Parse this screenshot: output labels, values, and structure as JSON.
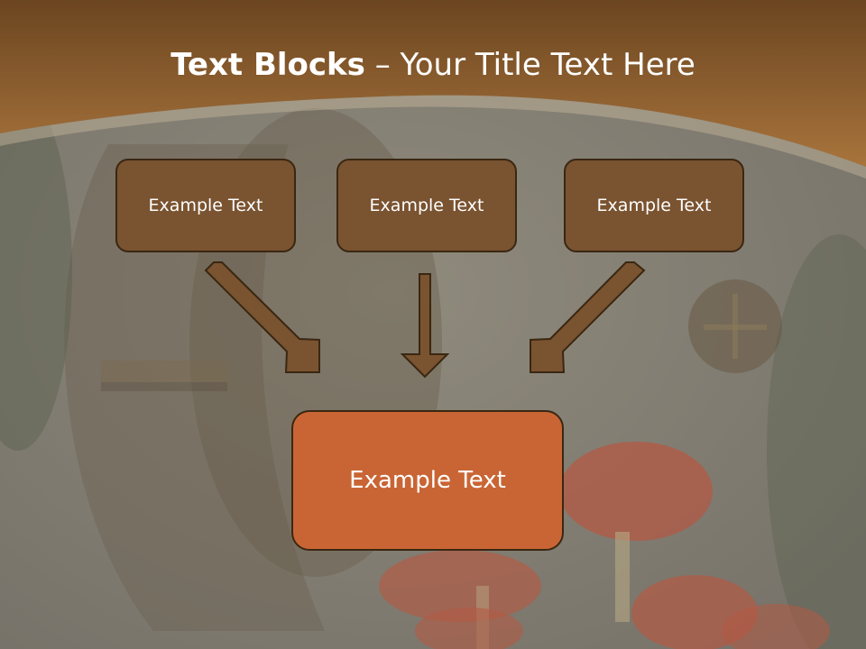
{
  "title": {
    "bold": "Text Blocks",
    "rest": " – Your Title Text Here"
  },
  "boxes": [
    {
      "label": "Example Text"
    },
    {
      "label": "Example Text"
    },
    {
      "label": "Example Text"
    }
  ],
  "main_box": {
    "label": "Example Text"
  },
  "colors": {
    "header": "#8a5a2a",
    "box_fill": "#7a5330",
    "main_box_fill": "#c96534",
    "arrow_fill": "#7a5330",
    "box_border": "#3a2712"
  }
}
